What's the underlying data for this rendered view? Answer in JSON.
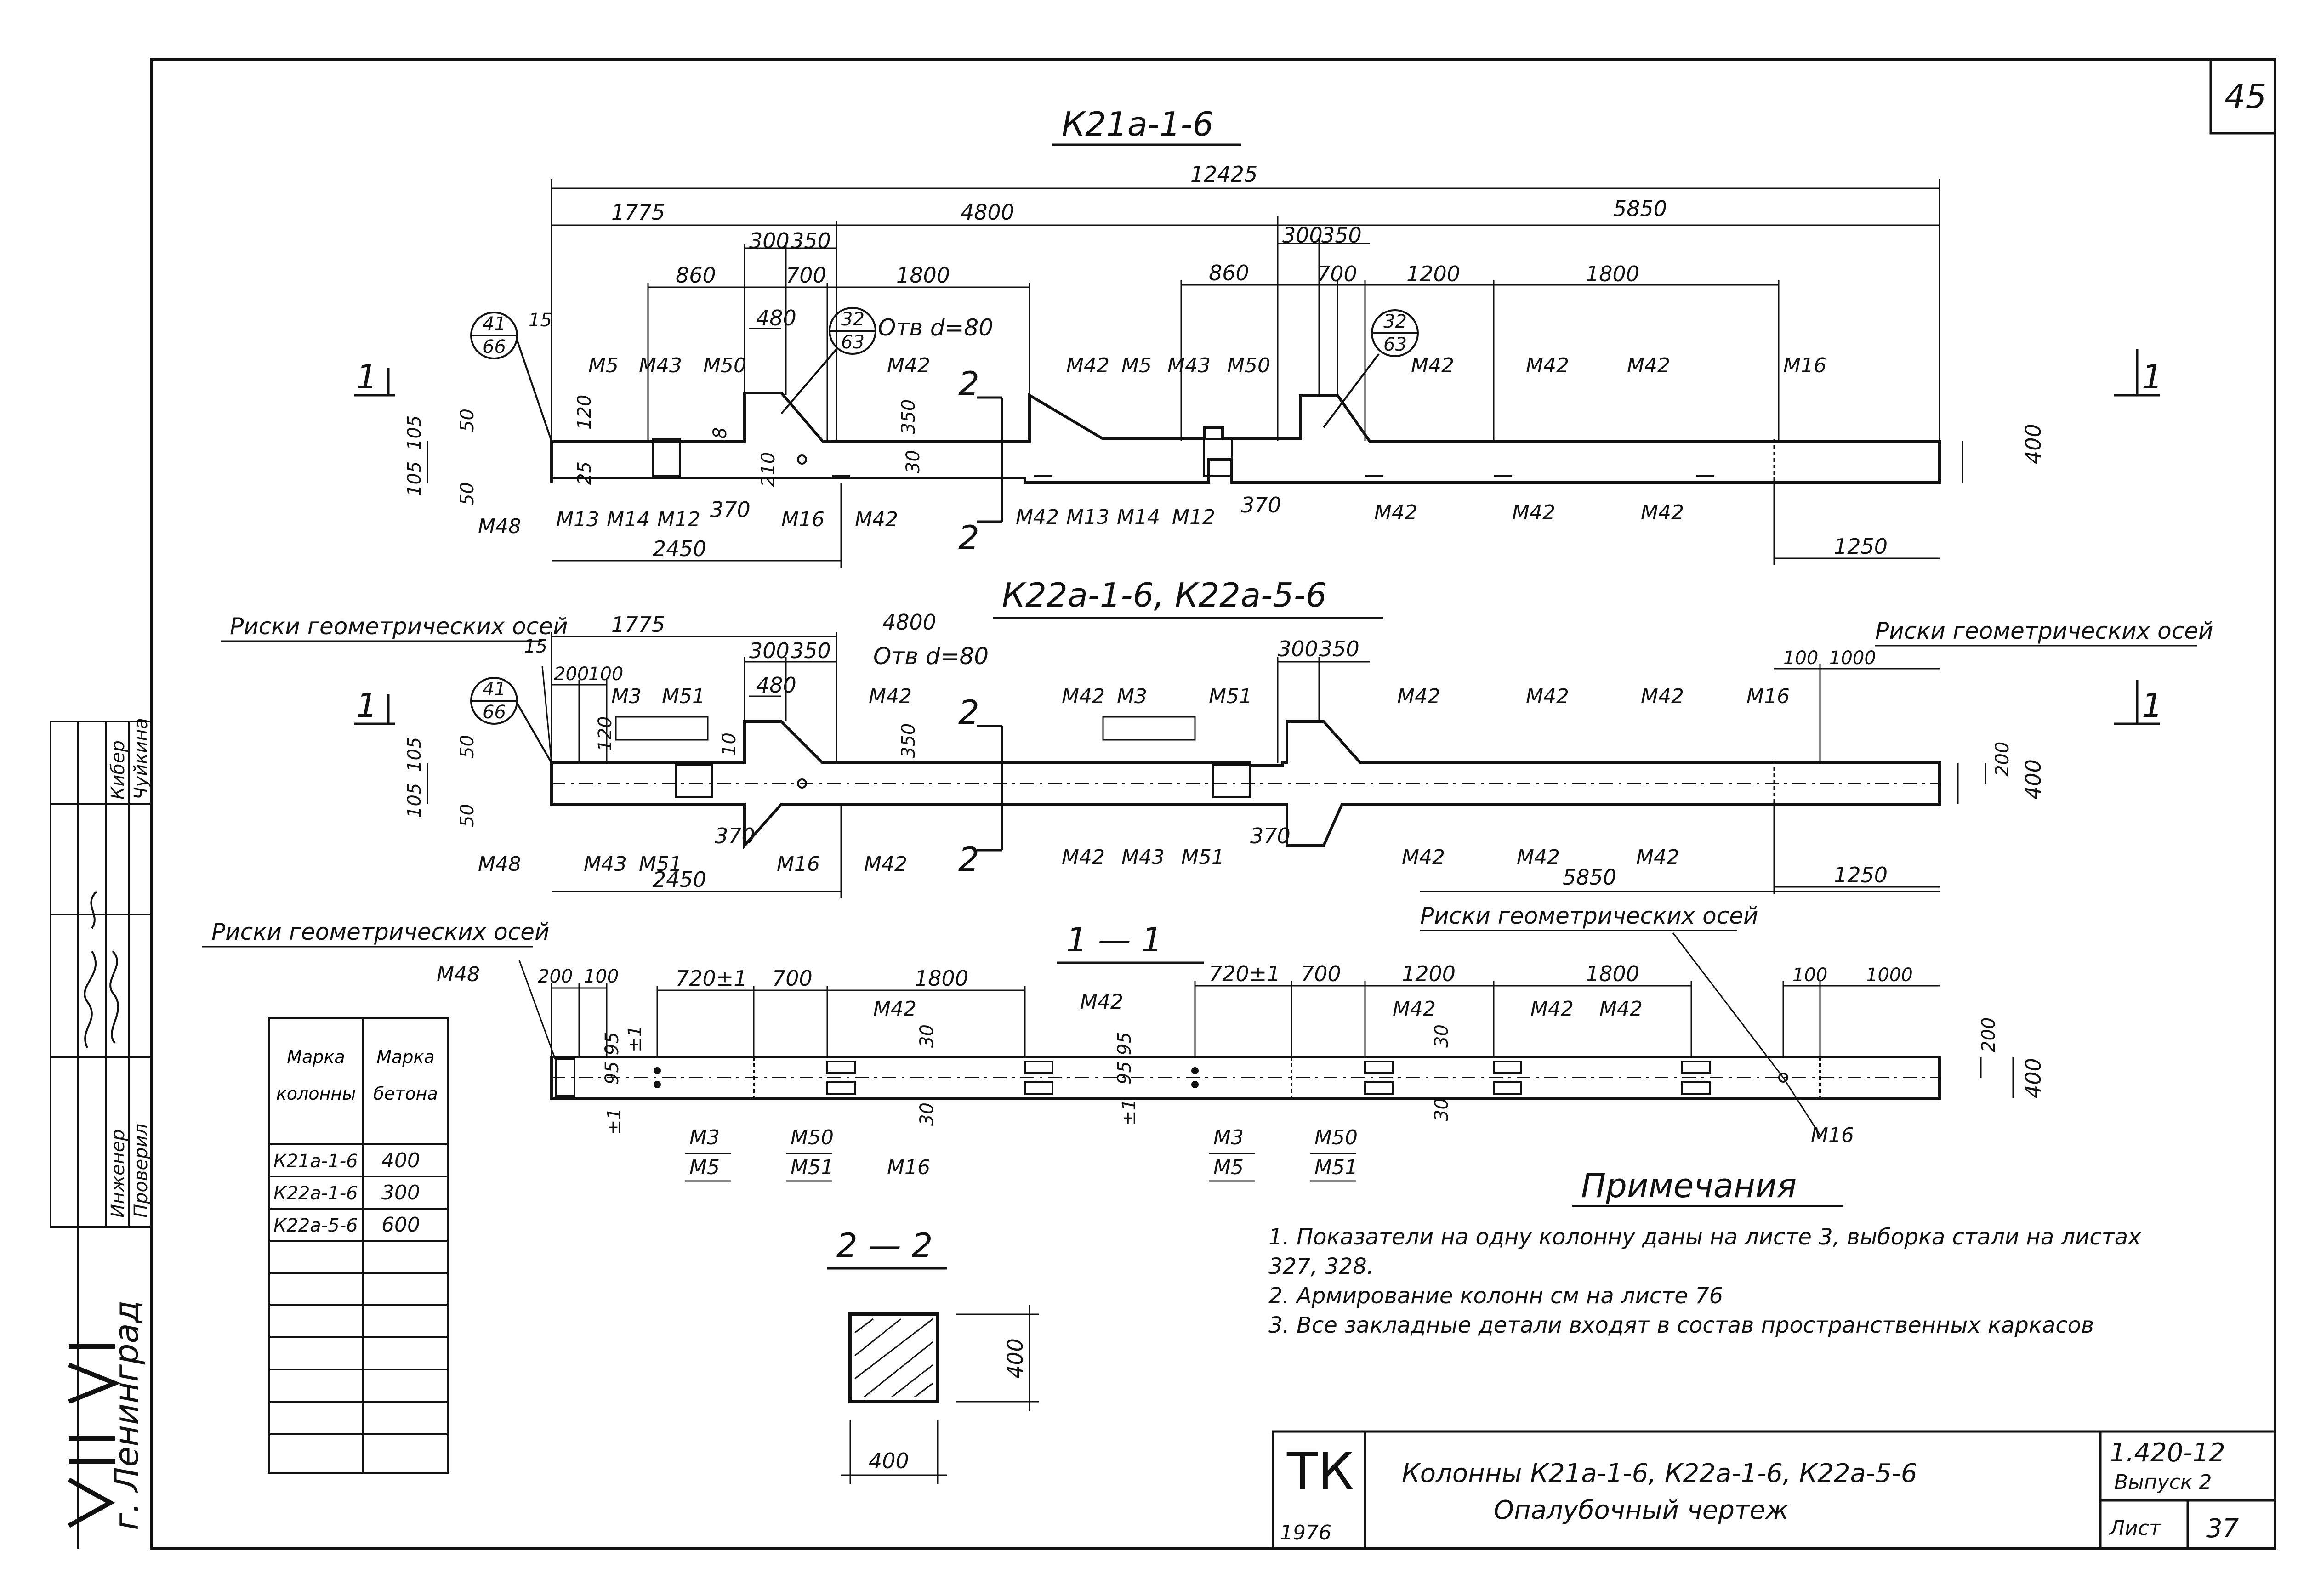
{
  "page_number": "45",
  "sheet": {
    "series": "1.420-12",
    "issue": "Выпуск 2",
    "sheet_label": "Лист",
    "sheet_no": "37",
    "org_logo": "ТК",
    "year": "1976",
    "title_line1": "Колонны К21а-1-6, К22а-1-6, К22а-5-6",
    "title_line2": "Опалубочный чертеж"
  },
  "side_stamp": {
    "rows": [
      "Инженер",
      "Проверил"
    ],
    "names": [
      "Кибер",
      "Чуйкина"
    ],
    "city": "г. Ленинград"
  },
  "views": {
    "k21": {
      "title": "К21а-1-6",
      "dims": {
        "total": "12425",
        "d1775": "1775",
        "d4800": "4800",
        "d5850": "5850",
        "d300": "300",
        "d350": "350",
        "d860": "860",
        "d700": "700",
        "d1800": "1800",
        "d860b": "860",
        "d300b": "300",
        "d350b": "350",
        "d700b": "700",
        "d1200": "1200",
        "d1800b": "1800",
        "d480": "480",
        "d2450": "2450",
        "d1250": "1250",
        "d370": "370",
        "d370b": "370",
        "d105a": "105",
        "d105b": "105",
        "d50a": "50",
        "d50b": "50",
        "d120": "120",
        "d25": "25",
        "d8": "8",
        "d210": "210",
        "d350v": "350",
        "d30": "30",
        "d400": "400",
        "d15": "15"
      },
      "hole": "Отв d=80",
      "callout1": {
        "top": "41",
        "bottom": "66"
      },
      "callout2": {
        "top": "32",
        "bottom": "63"
      },
      "callout3": {
        "top": "32",
        "bottom": "63"
      },
      "section_mark": "1",
      "cut_mark": "2",
      "marks_top": [
        "М5",
        "М43",
        "М50",
        "М42",
        "М42",
        "М5",
        "М43",
        "М50",
        "М42",
        "М42",
        "М42",
        "М16"
      ],
      "marks_bottom": [
        "М48",
        "М13",
        "М14",
        "М12",
        "М16",
        "М42",
        "М42",
        "М13",
        "М14",
        "М12",
        "М42",
        "М42",
        "М42"
      ]
    },
    "k22": {
      "title": "К22а-1-6, К22а-5-6",
      "risk_label": "Риски геометрических осей",
      "dims": {
        "d1775": "1775",
        "d4800": "4800",
        "d300": "300",
        "d350": "350",
        "d480": "480",
        "d200": "200",
        "d100": "100",
        "d300b": "300",
        "d350b": "350",
        "d100b": "100",
        "d1000": "1000",
        "d2450": "2450",
        "d5850": "5850",
        "d1250": "1250",
        "d370": "370",
        "d370b": "370",
        "d200v": "200",
        "d400": "400",
        "d15": "15",
        "d105a": "105",
        "d105b": "105",
        "d50a": "50",
        "d50b": "50",
        "d120": "120",
        "d10": "10"
      },
      "hole": "Отв d=80",
      "callout": {
        "top": "41",
        "bottom": "66"
      },
      "marks_top": [
        "М3",
        "М51",
        "М42",
        "М42",
        "М3",
        "М51",
        "М42",
        "М42",
        "М42",
        "М16"
      ],
      "marks_bottom": [
        "М48",
        "М43",
        "М51",
        "М16",
        "М42",
        "М42",
        "М43",
        "М51",
        "М42",
        "М42",
        "М42"
      ]
    },
    "sec11": {
      "title": "1 — 1",
      "risk_label": "Риски геометрических осей",
      "dims": {
        "d200": "200",
        "d100": "100",
        "d720": "720±1",
        "d700": "700",
        "d1800": "1800",
        "d720b": "720±1",
        "d700b": "700",
        "d1200": "1200",
        "d1800b": "1800",
        "d100b": "100",
        "d1000": "1000",
        "d200v": "200",
        "d400": "400",
        "d9595": "95 95",
        "pm1": "±1",
        "d30": "30"
      },
      "marks": [
        "М48",
        "М42",
        "М42",
        "М42",
        "М42",
        "М42",
        "М16",
        "М3",
        "М5",
        "М50",
        "М51",
        "М16",
        "М3",
        "М5",
        "М50",
        "М51"
      ]
    },
    "sec22": {
      "title": "2 — 2",
      "w": "400",
      "h": "400"
    }
  },
  "concrete_table": {
    "headers": [
      "Марка колонны",
      "Марка бетона"
    ],
    "rows": [
      [
        "К21а-1-6",
        "400"
      ],
      [
        "К22а-1-6",
        "300"
      ],
      [
        "К22а-5-6",
        "600"
      ]
    ]
  },
  "notes": {
    "title": "Примечания",
    "items": [
      "1. Показатели на одну колонну даны на листе 3, выборка стали на листах 327, 328.",
      "2. Армирование колонн см на листе 76",
      "3. Все закладные детали входят в состав пространственных каркасов"
    ]
  }
}
